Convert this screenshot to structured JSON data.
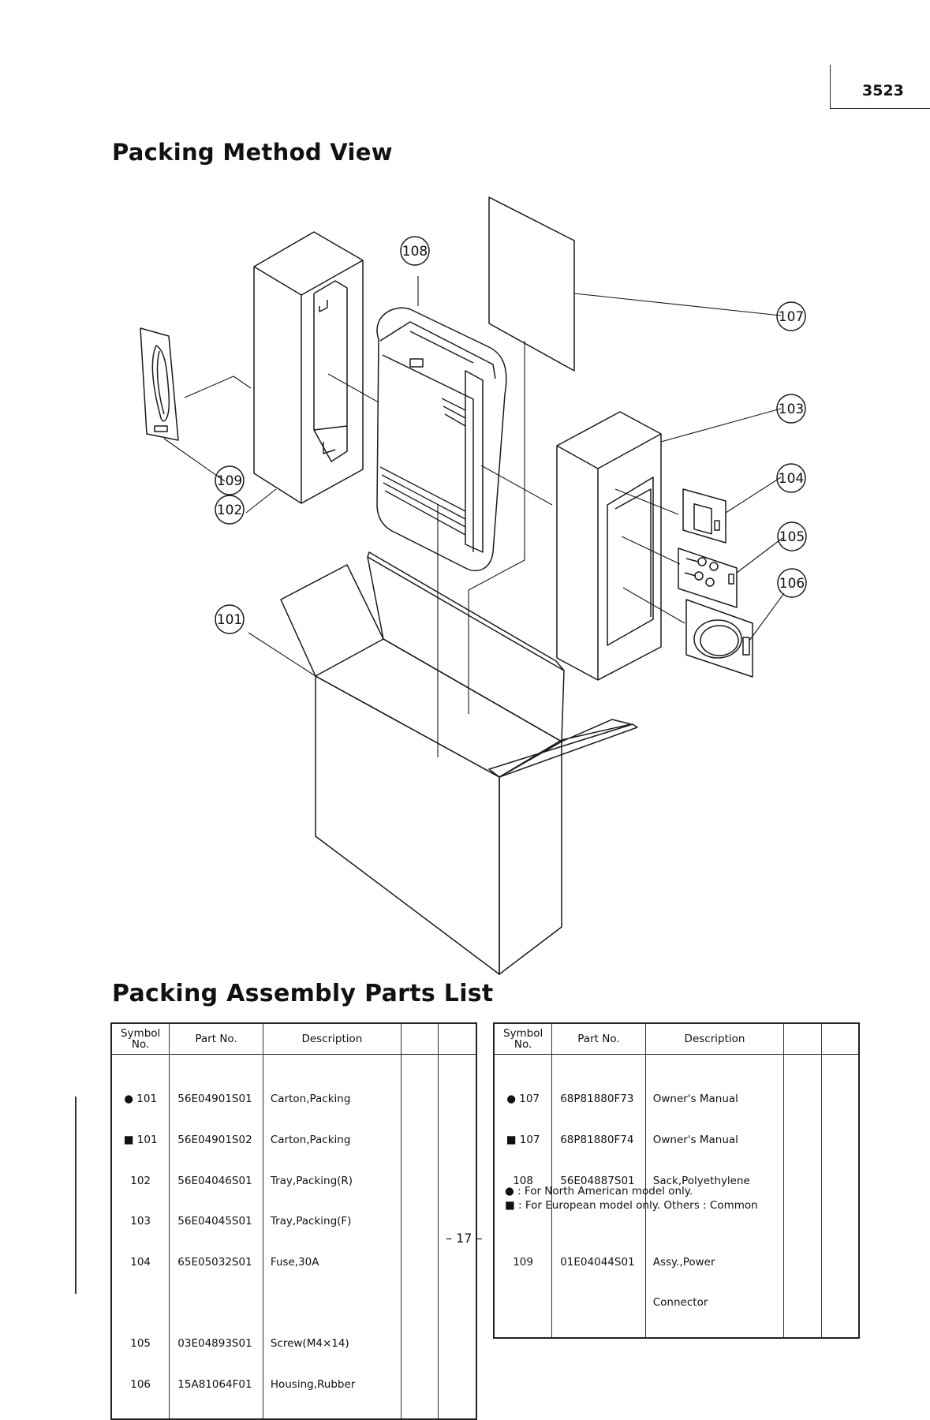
{
  "page_code": "3523",
  "title_method": "Packing Method View",
  "title_parts": "Packing Assembly Parts List",
  "callouts": [
    "108",
    "107",
    "103",
    "104",
    "105",
    "106",
    "109",
    "102",
    "101"
  ],
  "table_headers": {
    "symbol": "Symbol\nNo.",
    "part_no": "Part No.",
    "description": "Description"
  },
  "left_table": {
    "symbols": [
      "● 101",
      "■ 101",
      "102",
      "103",
      "104",
      "",
      "105",
      "106"
    ],
    "parts": [
      "56E04901S01",
      "56E04901S02",
      "56E04046S01",
      "56E04045S01",
      "65E05032S01",
      "",
      "03E04893S01",
      "15A81064F01"
    ],
    "descriptions": [
      "Carton,Packing",
      "Carton,Packing",
      "Tray,Packing(R)",
      "Tray,Packing(F)",
      "Fuse,30A",
      "",
      "Screw(M4×14)",
      "Housing,Rubber"
    ]
  },
  "right_table": {
    "symbols": [
      "● 107",
      "■ 107",
      "108",
      "",
      "109",
      ""
    ],
    "parts": [
      "68P81880F73",
      "68P81880F74",
      "56E04887S01",
      "",
      "01E04044S01",
      ""
    ],
    "descriptions": [
      "Owner's Manual",
      "Owner's Manual",
      "Sack,Polyethylene",
      "",
      "Assy.,Power",
      "Connector"
    ]
  },
  "legend": [
    "● : For North American model only.",
    "■ : For European model only. Others : Common"
  ],
  "page_footer": "– 17 –"
}
